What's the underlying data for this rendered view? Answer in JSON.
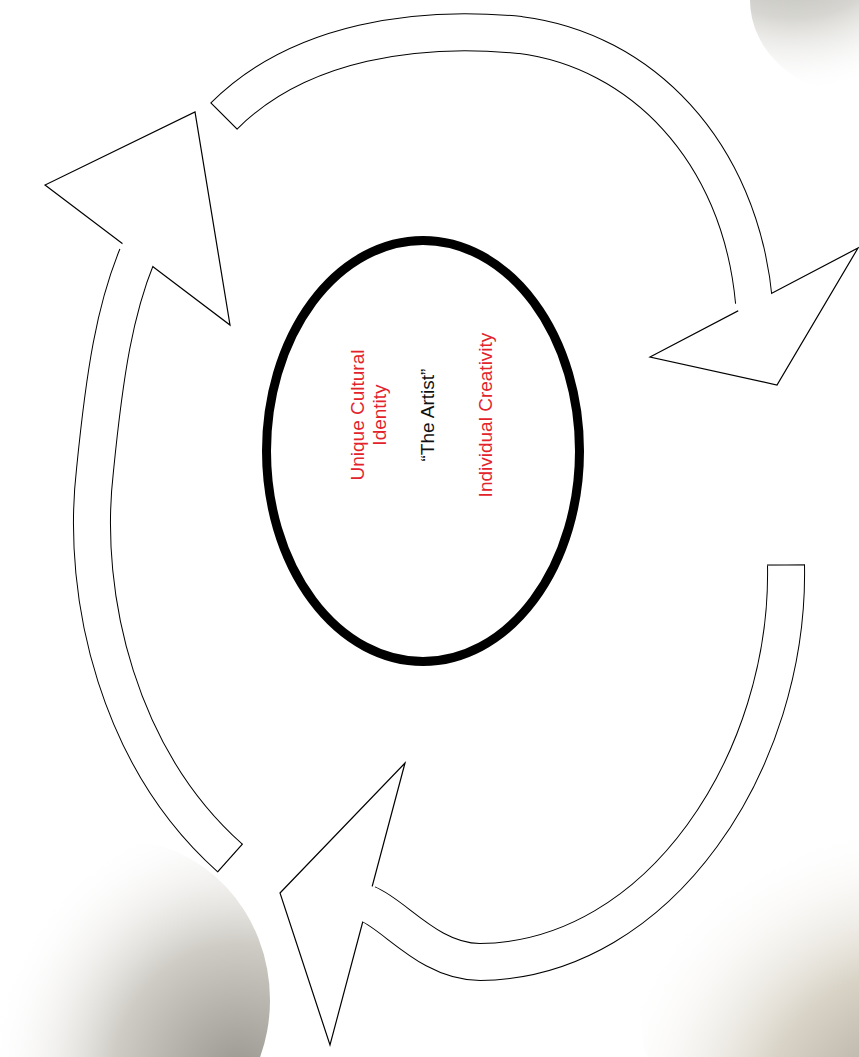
{
  "diagram": {
    "nodes": [
      {
        "text": [
          "Unique Cultural Identity",
          "“The Artist”",
          "Individual Creativity"
        ]
      }
    ]
  }
}
